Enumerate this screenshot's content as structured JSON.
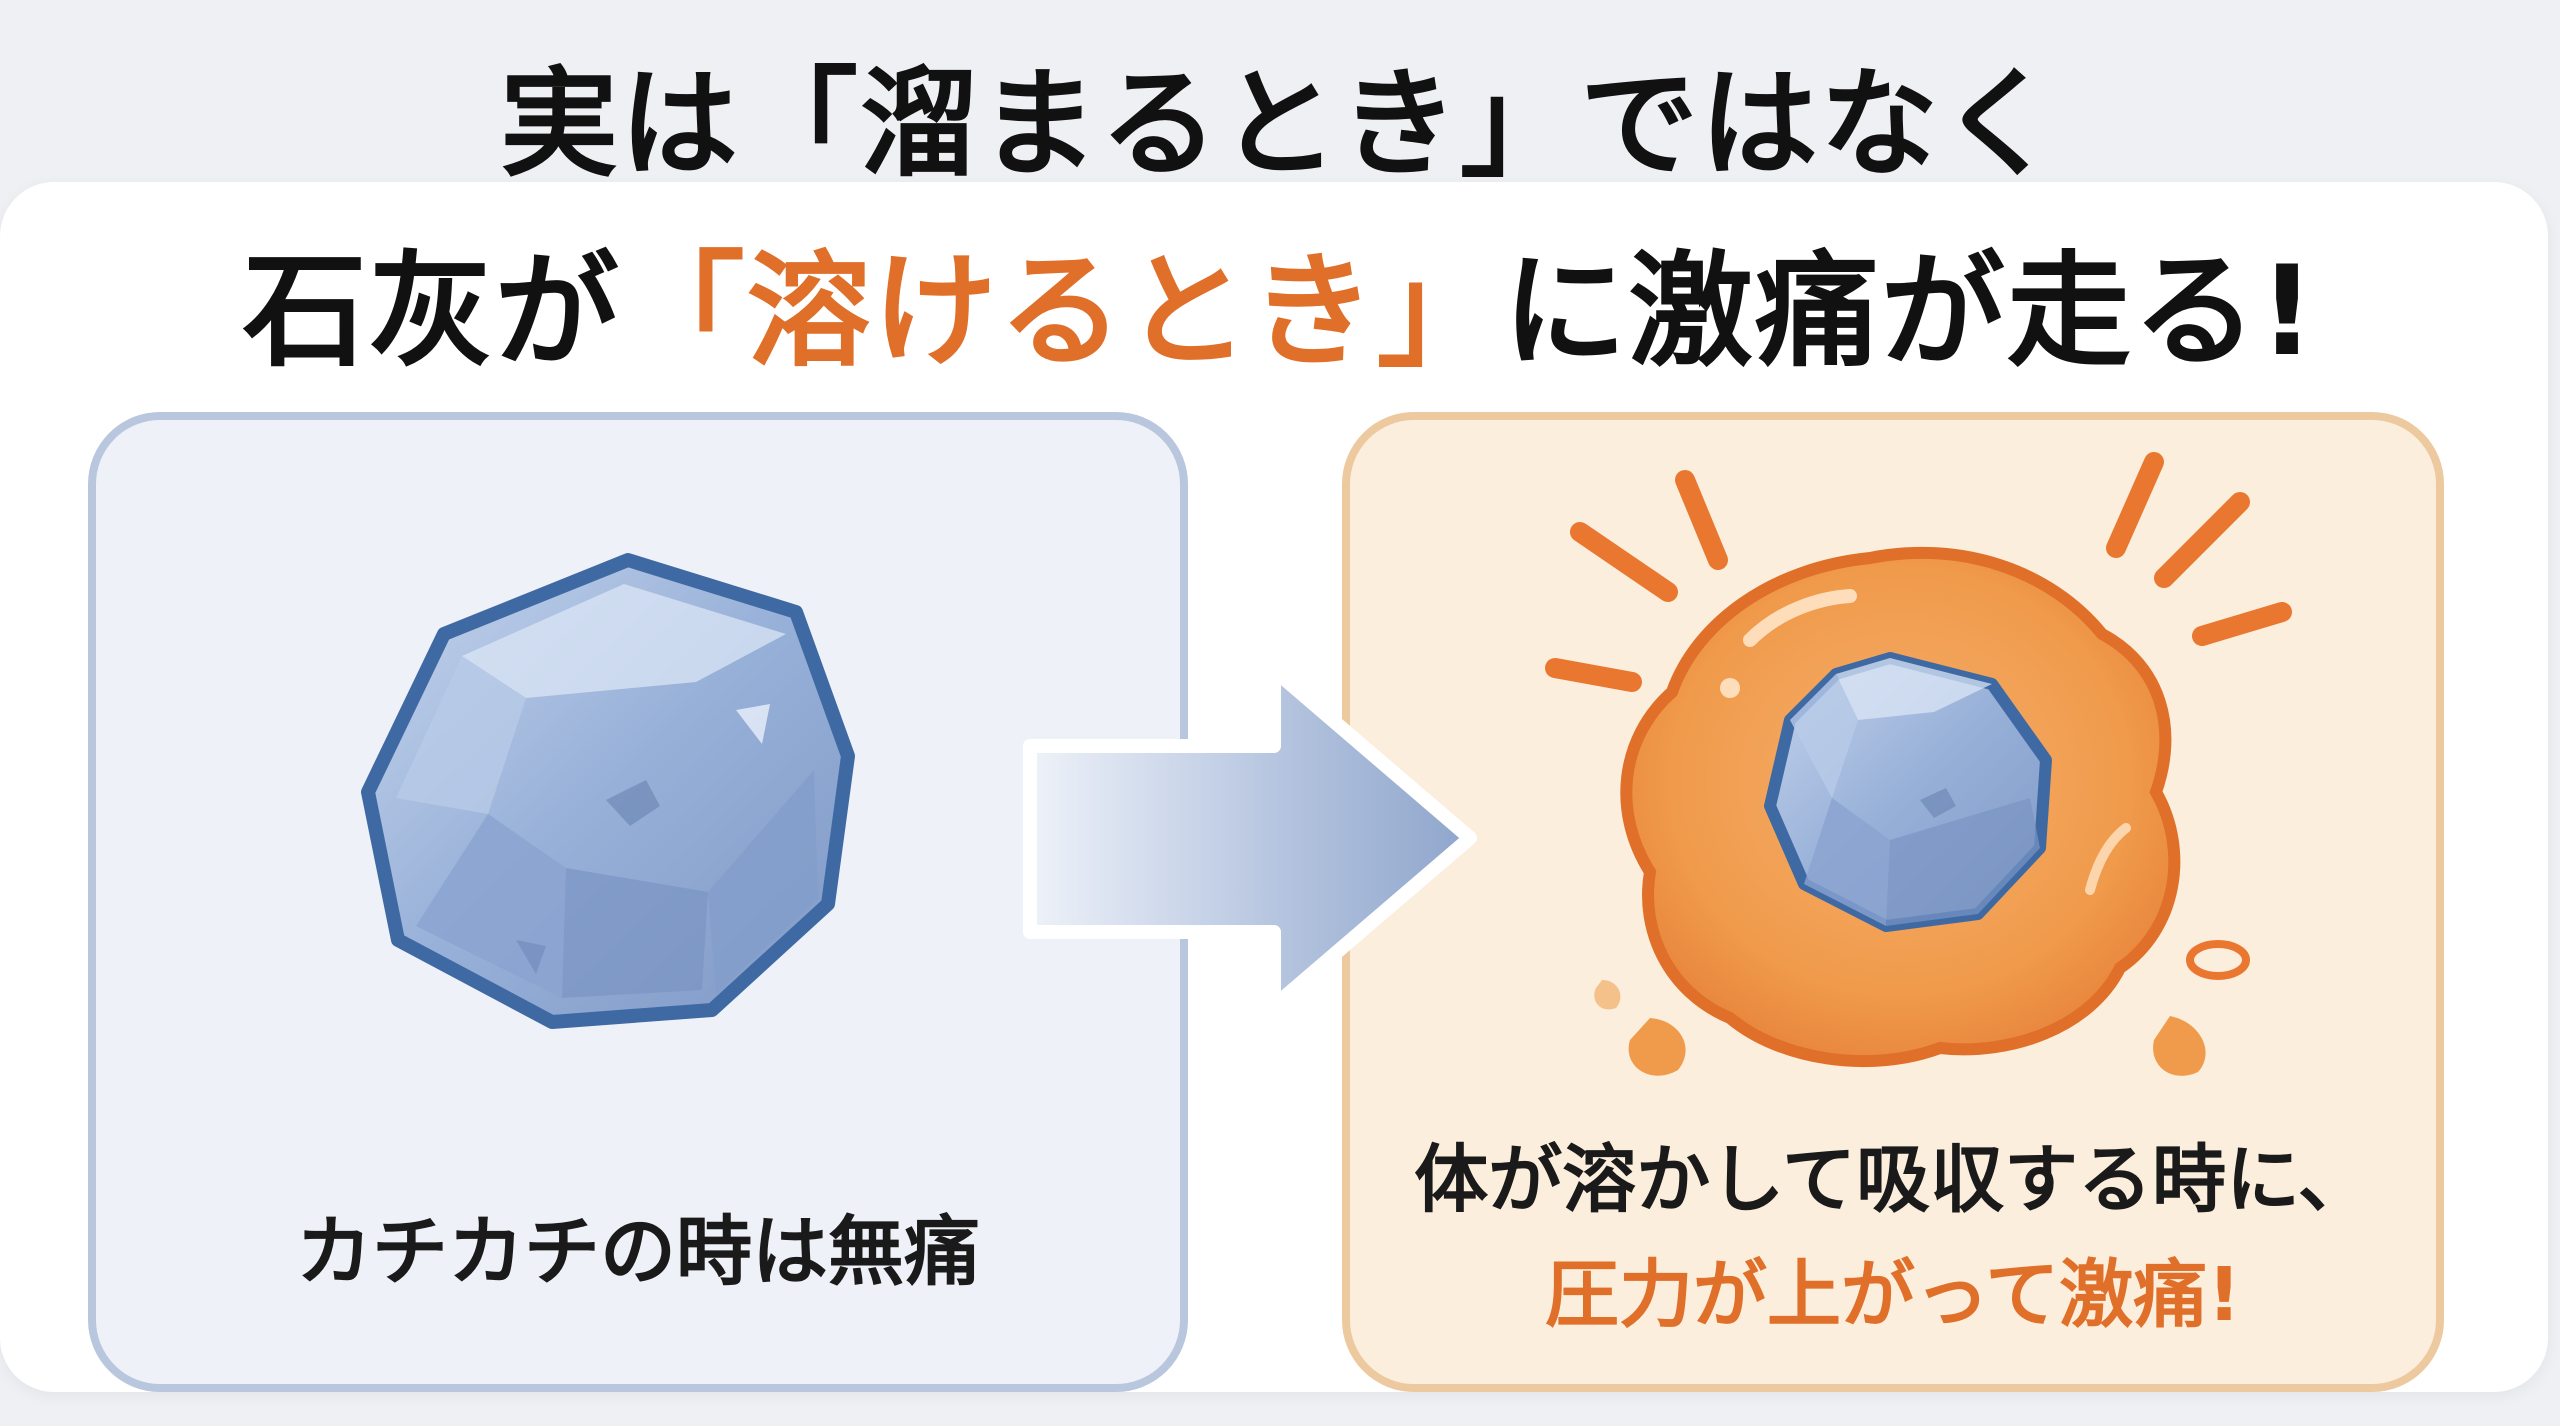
{
  "title": {
    "line1": "実は「溜まるとき」ではなく",
    "line2_prefix": "石灰が",
    "line2_highlight": "「溶けるとき」",
    "line2_suffix": "に激痛が走る!"
  },
  "left_panel": {
    "caption": "カチカチの時は無痛",
    "icon": "hard-stone-icon"
  },
  "arrow": {
    "icon": "right-arrow-icon"
  },
  "right_panel": {
    "caption_line1": "体が溶かして吸収する時に、",
    "caption_line2": "圧力が上がって激痛!",
    "icon": "dissolving-stone-icon"
  },
  "colors": {
    "accent_orange": "#e06f29",
    "stone_blue": "#8fa9d3",
    "stone_outline": "#3f69a3",
    "left_panel_bg": "#eef1f8",
    "right_panel_bg": "#fbeedc"
  }
}
